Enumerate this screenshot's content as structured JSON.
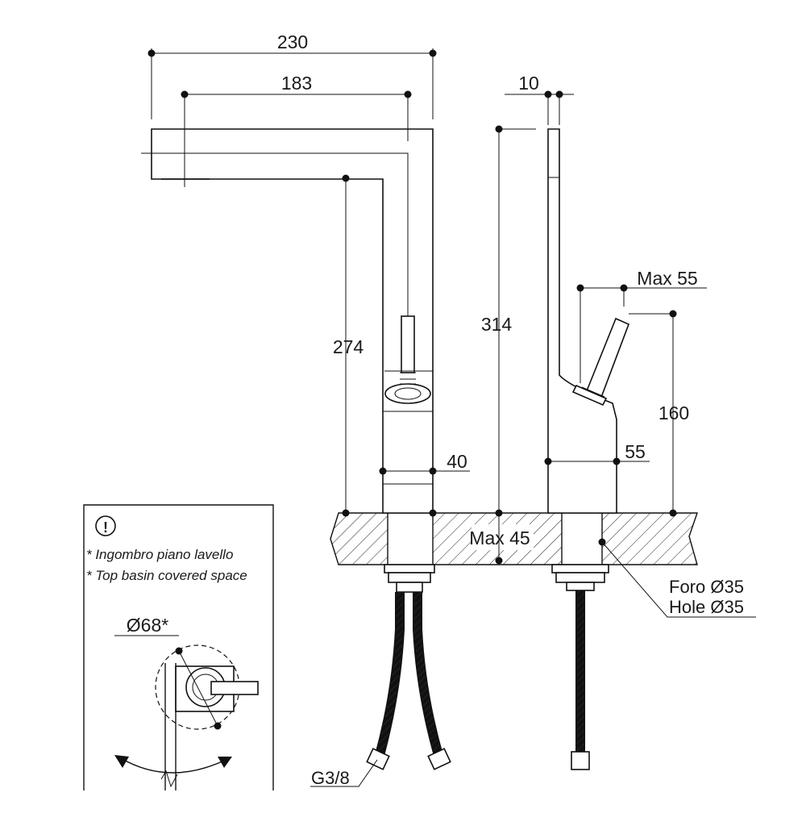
{
  "dimensions": {
    "d230": "230",
    "d183": "183",
    "d10": "10",
    "d274": "274",
    "d314": "314",
    "d40": "40",
    "d55": "55",
    "max55": "Max 55",
    "d160": "160",
    "max45": "Max 45",
    "d68": "Ø68*"
  },
  "labels": {
    "foro": "Foro Ø35",
    "hole": "Hole Ø35",
    "thread": "G3/8"
  },
  "notes": {
    "warning_symbol": "!",
    "line1": "*  Ingombro piano lavello",
    "line2": "*  Top basin covered space"
  }
}
